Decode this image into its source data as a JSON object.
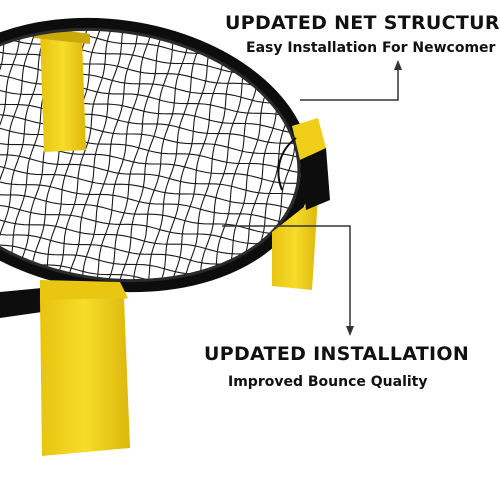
{
  "product": {
    "frame_color": "#0d0d0d",
    "leg_color": "#f2d21c",
    "net_color": "#1a1a1a"
  },
  "features": [
    {
      "title": "UPDATED NET STRUCTURE",
      "subtitle": "Easy Installation For Newcomer"
    },
    {
      "title": "UPDATED INSTALLATION",
      "subtitle": "Improved Bounce Quality"
    }
  ]
}
